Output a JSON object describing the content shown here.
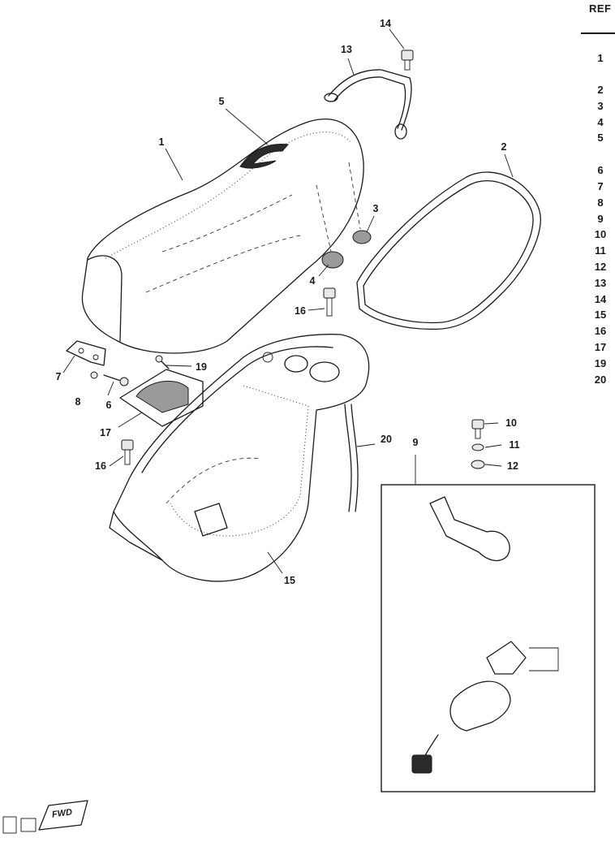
{
  "reference_table": {
    "header": "REF",
    "numbers": [
      "1",
      "2",
      "3",
      "4",
      "5",
      "6",
      "7",
      "8",
      "9",
      "10",
      "11",
      "12",
      "13",
      "14",
      "15",
      "16",
      "17",
      "19",
      "20"
    ]
  },
  "callouts": {
    "c1": "1",
    "c2": "2",
    "c3": "3",
    "c4": "4",
    "c5": "5",
    "c6": "6",
    "c7": "7",
    "c8": "8",
    "c9": "9",
    "c10": "10",
    "c11": "11",
    "c12": "12",
    "c13": "13",
    "c14": "14",
    "c15": "15",
    "c16a": "16",
    "c16b": "16",
    "c17": "17",
    "c19": "19",
    "c20": "20"
  },
  "stamp": {
    "fwd": "FWD"
  }
}
